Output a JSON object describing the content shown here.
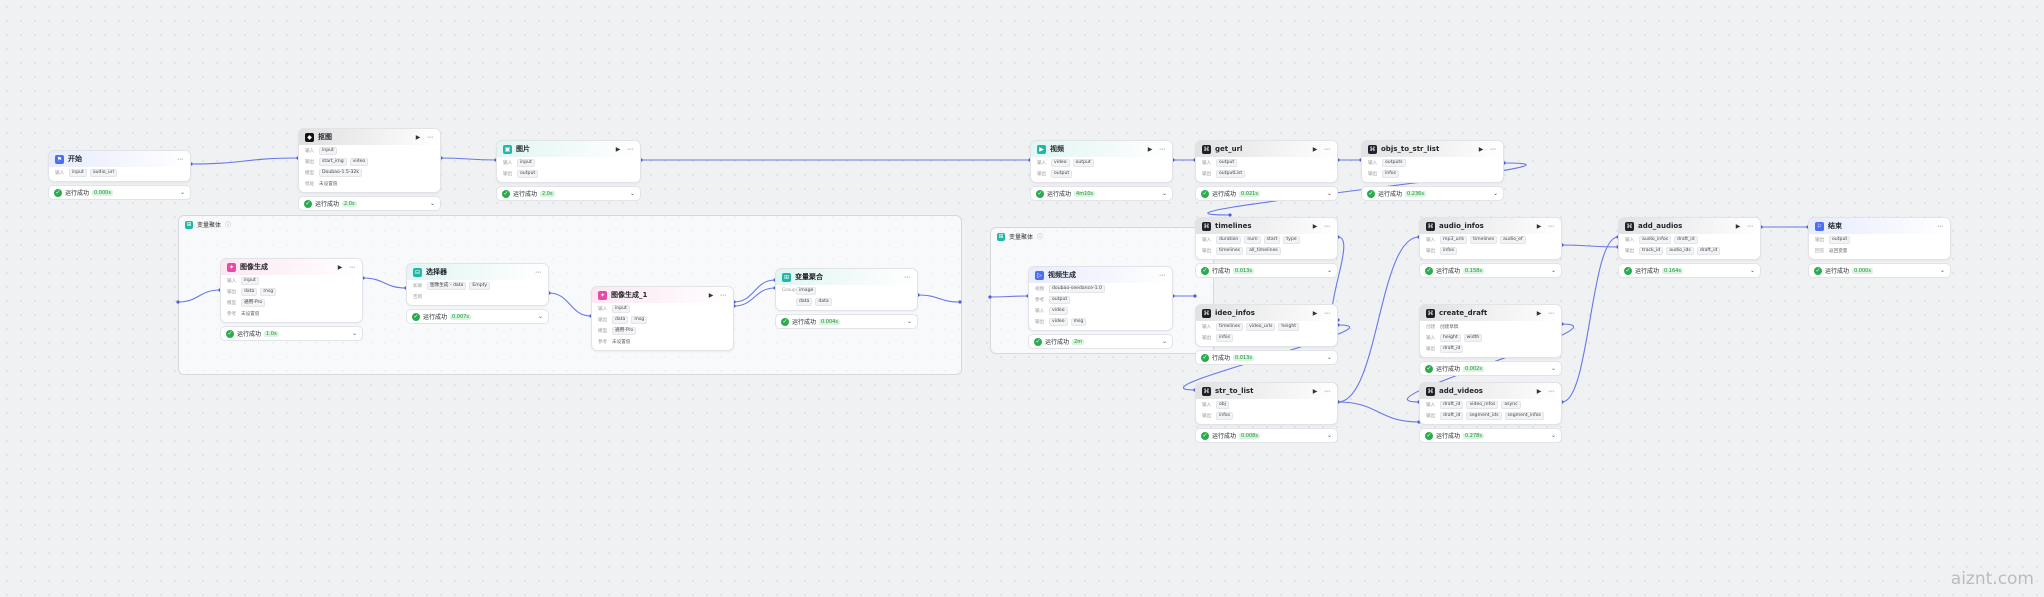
{
  "watermark": "aiznt.com",
  "groups": [
    {
      "title": "变量聚体"
    },
    {
      "title": "变量聚体"
    }
  ],
  "nodes": {
    "start": {
      "title": "开始",
      "color": "#4c6ef5",
      "icon": "⚑",
      "rows": [
        {
          "label": "输入",
          "tags": [
            "input",
            "audio_url"
          ]
        }
      ],
      "status": "运行成功",
      "time": "0.000s"
    },
    "douyin": {
      "title": "抠图",
      "color": "#111111",
      "icon": "◆",
      "hasRun": true,
      "rows": [
        {
          "label": "输入",
          "tags": [
            "input"
          ]
        },
        {
          "label": "输出",
          "tags": [
            "start_img",
            "video"
          ]
        },
        {
          "label": "模型",
          "tags": [
            "Doubao-1.5-32k"
          ]
        },
        {
          "label": "批处",
          "text": "未设置值"
        }
      ],
      "status": "运行成功",
      "time": "2.0s"
    },
    "image": {
      "title": "图片",
      "color": "#21b8a6",
      "icon": "▣",
      "hasRun": true,
      "rows": [
        {
          "label": "输入",
          "tags": [
            "input"
          ]
        },
        {
          "label": "输出",
          "tags": [
            "output"
          ]
        }
      ],
      "status": "运行成功",
      "time": "2.0s"
    },
    "gen1": {
      "title": "图像生成",
      "color": "#e64ba6",
      "icon": "✦",
      "hasRun": true,
      "rows": [
        {
          "label": "输入",
          "tags": [
            "input"
          ]
        },
        {
          "label": "输出",
          "tags": [
            "data",
            "msg"
          ]
        },
        {
          "label": "模型",
          "tags": [
            "通用-Pro"
          ]
        },
        {
          "label": "参考",
          "text": "未设置值"
        }
      ],
      "status": "运行成功",
      "time": "1.0s"
    },
    "selector": {
      "title": "选择器",
      "color": "#21b8a6",
      "icon": "⊟",
      "rows": [
        {
          "label": "如果",
          "tags": [
            "图像生成 - data",
            "Empty"
          ]
        },
        {
          "label": "否则",
          "text": ""
        }
      ],
      "status": "运行成功",
      "time": "0.007s"
    },
    "gen2": {
      "title": "图像生成_1",
      "color": "#e64ba6",
      "icon": "✦",
      "hasRun": true,
      "rows": [
        {
          "label": "输入",
          "tags": [
            "input"
          ]
        },
        {
          "label": "输出",
          "tags": [
            "data",
            "msg"
          ]
        },
        {
          "label": "模型",
          "tags": [
            "通用-Pro"
          ]
        },
        {
          "label": "参考",
          "text": "未设置值"
        }
      ],
      "status": null,
      "time": null
    },
    "merge": {
      "title": "变量聚合",
      "color": "#21b8a6",
      "icon": "⊞",
      "rows": [
        {
          "label": "Group1",
          "tags": [
            "image"
          ]
        },
        {
          "label": "",
          "tags": [
            "data",
            "data"
          ]
        }
      ],
      "status": "运行成功",
      "time": "0.004s"
    },
    "video": {
      "title": "视频",
      "color": "#21b8a6",
      "icon": "▶",
      "hasRun": true,
      "rows": [
        {
          "label": "输入",
          "tags": [
            "video",
            "output"
          ]
        },
        {
          "label": "输出",
          "tags": [
            "output"
          ]
        }
      ],
      "status": "运行成功",
      "time": "4m10s"
    },
    "vgen": {
      "title": "视频生成",
      "color": "#4c6ef5",
      "icon": "▷",
      "rows": [
        {
          "label": "视频",
          "tags": [
            "doubao-seedance-1.0"
          ]
        },
        {
          "label": "参考",
          "tags": [
            "output"
          ]
        },
        {
          "label": "输入",
          "tags": [
            "video"
          ]
        },
        {
          "label": "输出",
          "tags": [
            "video",
            "msg"
          ]
        }
      ],
      "status": "运行成功",
      "time": "2m"
    },
    "get_url": {
      "title": "get_url",
      "color": "#1f2329",
      "icon": "⌘",
      "hasRun": true,
      "rows": [
        {
          "label": "输入",
          "tags": [
            "output"
          ]
        },
        {
          "label": "输出",
          "tags": [
            "outputList"
          ]
        }
      ],
      "status": "运行成功",
      "time": "0.021s"
    },
    "objs": {
      "title": "objs_to_str_list",
      "color": "#1f2329",
      "icon": "⌘",
      "hasRun": true,
      "rows": [
        {
          "label": "输入",
          "tags": [
            "outputs"
          ]
        },
        {
          "label": "输出",
          "tags": [
            "infos"
          ]
        }
      ],
      "status": "运行成功",
      "time": "0.236s"
    },
    "timelines": {
      "title": "timelines",
      "color": "#1f2329",
      "icon": "⌘",
      "hasRun": true,
      "rows": [
        {
          "label": "输入",
          "tags": [
            "duration",
            "num",
            "start",
            "type"
          ]
        },
        {
          "label": "输出",
          "tags": [
            "timelines",
            "all_timelines"
          ]
        }
      ],
      "status": "行成功",
      "time": "0.013s"
    },
    "video_infos": {
      "title": "ideo_infos",
      "color": "#1f2329",
      "icon": "⌘",
      "hasRun": true,
      "rows": [
        {
          "label": "输入",
          "tags": [
            "timelines",
            "video_urls",
            "height"
          ]
        },
        {
          "label": "输出",
          "tags": [
            "infos"
          ]
        }
      ],
      "status": "行成功",
      "time": "0.013s"
    },
    "str_to_list": {
      "title": "str_to_list",
      "color": "#1f2329",
      "icon": "⌘",
      "hasRun": true,
      "rows": [
        {
          "label": "输入",
          "tags": [
            "obj"
          ]
        },
        {
          "label": "输出",
          "tags": [
            "infos"
          ]
        }
      ],
      "status": "运行成功",
      "time": "0.008s"
    },
    "audio_infos": {
      "title": "audio_infos",
      "color": "#1f2329",
      "icon": "⌘",
      "hasRun": true,
      "rows": [
        {
          "label": "输入",
          "tags": [
            "mp3_urls",
            "timelines",
            "audio_ef"
          ]
        },
        {
          "label": "输出",
          "tags": [
            "infos"
          ]
        }
      ],
      "status": "运行成功",
      "time": "0.158s"
    },
    "create_draft": {
      "title": "create_draft",
      "color": "#1f2329",
      "icon": "⌘",
      "hasRun": true,
      "rows": [
        {
          "label": "创建",
          "text": "创建草稿"
        },
        {
          "label": "输入",
          "tags": [
            "height",
            "width"
          ]
        },
        {
          "label": "输出",
          "tags": [
            "draft_id"
          ]
        }
      ],
      "status": "运行成功",
      "time": "0.002s"
    },
    "add_videos": {
      "title": "add_videos",
      "color": "#1f2329",
      "icon": "⌘",
      "hasRun": true,
      "rows": [
        {
          "label": "输入",
          "tags": [
            "draft_id",
            "video_infos",
            "async"
          ]
        },
        {
          "label": "输出",
          "tags": [
            "draft_id",
            "segment_ids",
            "segment_infos"
          ]
        }
      ],
      "status": "运行成功",
      "time": "0.278s"
    },
    "add_audios": {
      "title": "add_audios",
      "color": "#1f2329",
      "icon": "⌘",
      "hasRun": true,
      "rows": [
        {
          "label": "输入",
          "tags": [
            "audio_infos",
            "draft_id"
          ]
        },
        {
          "label": "输出",
          "tags": [
            "track_id",
            "audio_ids",
            "draft_id"
          ]
        }
      ],
      "status": "运行成功",
      "time": "0.164s"
    },
    "end": {
      "title": "结束",
      "color": "#4c6ef5",
      "icon": "⚐",
      "rows": [
        {
          "label": "输出",
          "tags": [
            "output"
          ]
        },
        {
          "label": "回答",
          "text": "返回变量"
        }
      ],
      "status": "运行成功",
      "time": "0.000s"
    }
  }
}
